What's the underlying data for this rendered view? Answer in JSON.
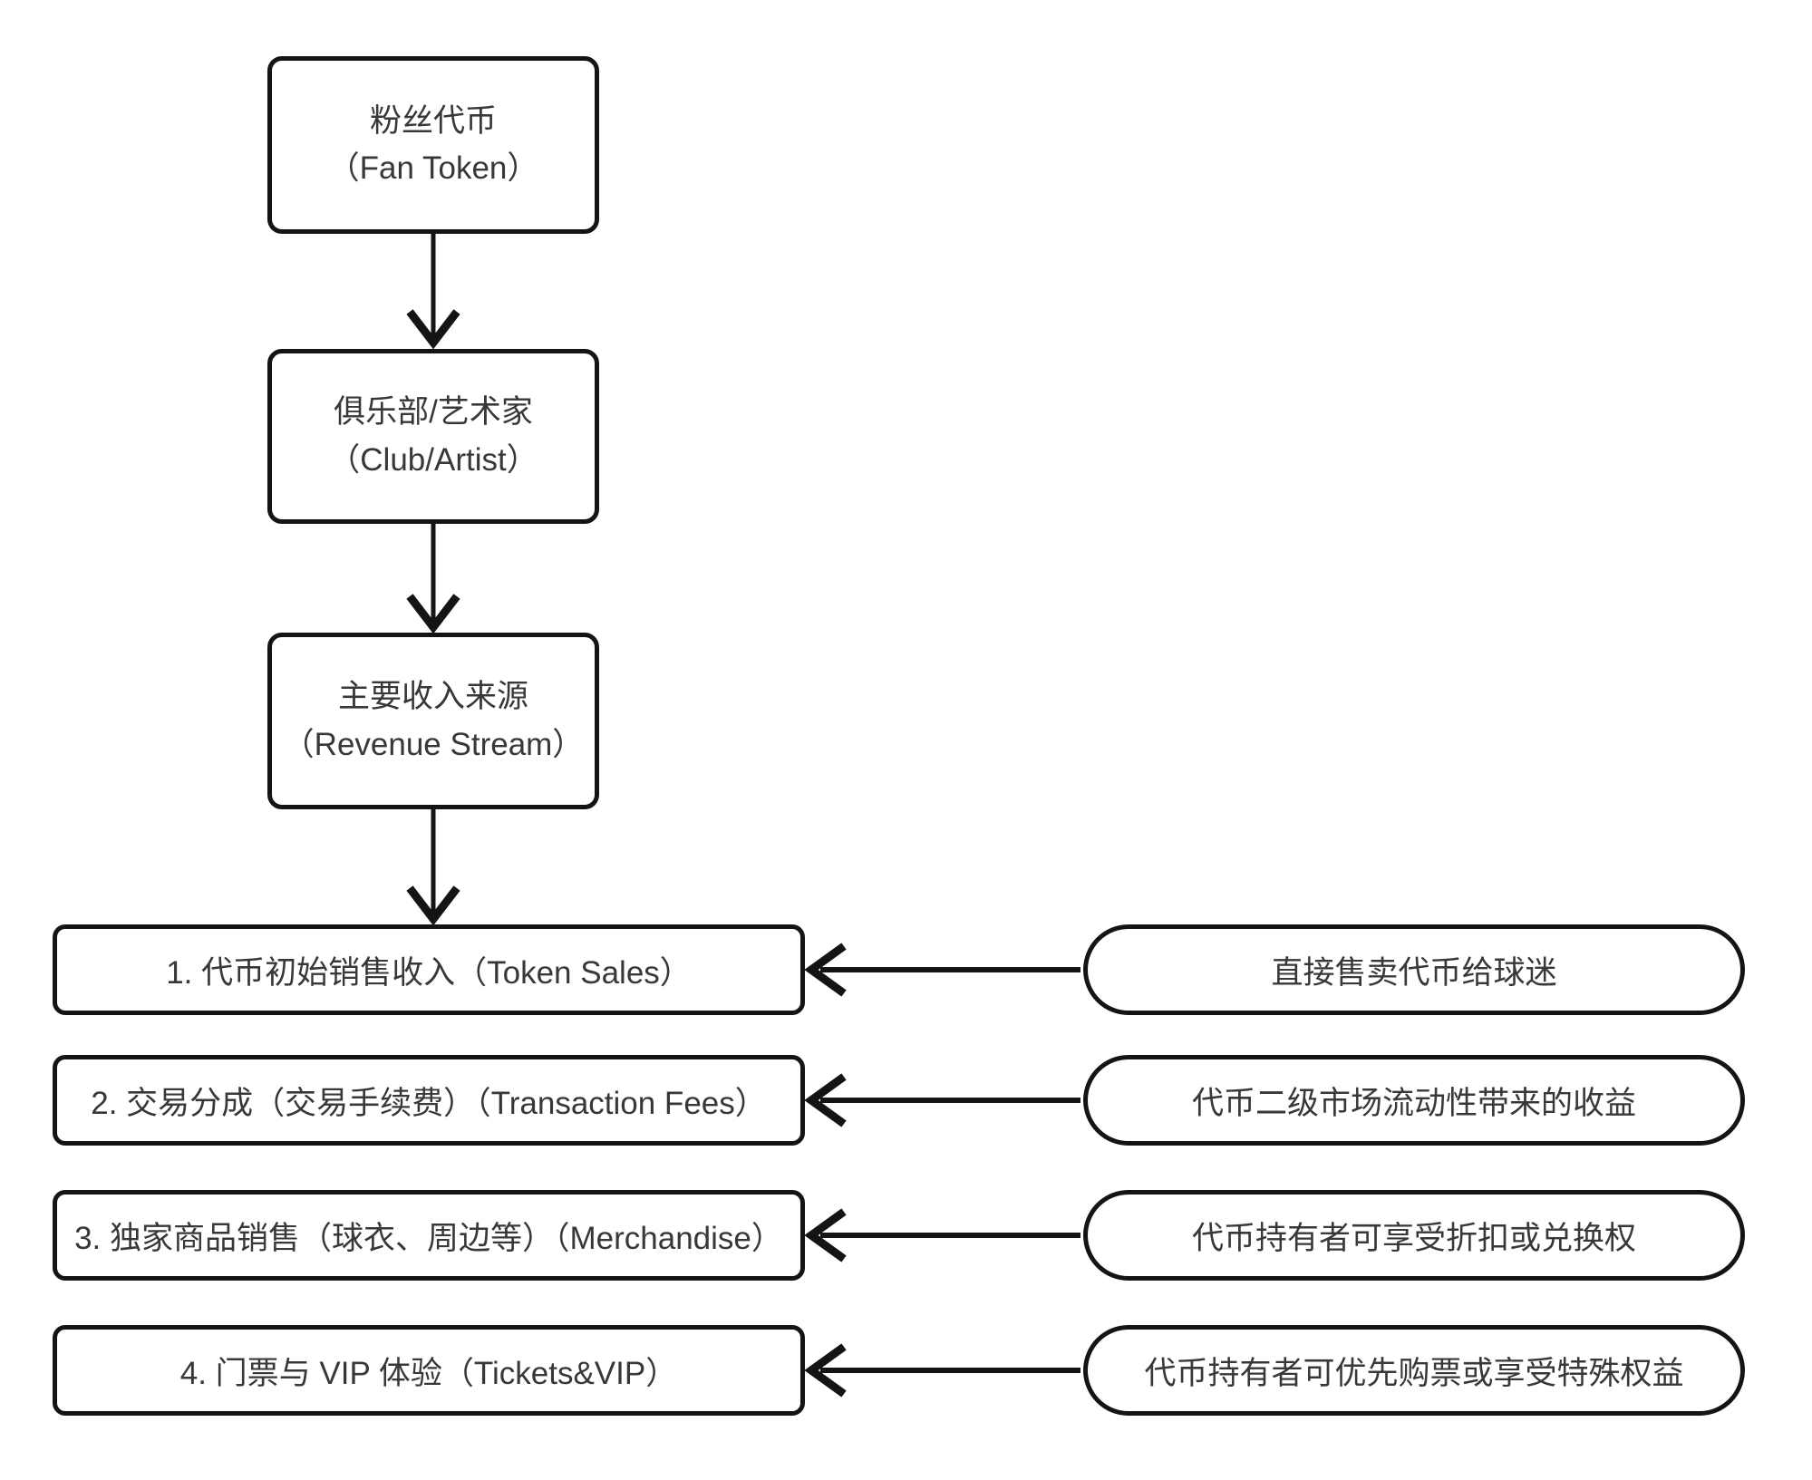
{
  "diagram": {
    "colors": {
      "stroke": "#141414",
      "text": "#383838",
      "background": "#ffffff"
    },
    "flow_nodes": [
      {
        "zh": "粉丝代币",
        "en": "（Fan Token）"
      },
      {
        "zh": "俱乐部/艺术家",
        "en": "（Club/Artist）"
      },
      {
        "zh": "主要收入来源",
        "en": "（Revenue Stream）"
      }
    ],
    "revenue_rows": [
      {
        "source": "1. 代币初始销售收入（Token Sales）",
        "note": "直接售卖代币给球迷"
      },
      {
        "source": "2. 交易分成（交易手续费）（Transaction Fees）",
        "note": "代币二级市场流动性带来的收益"
      },
      {
        "source": "3. 独家商品销售（球衣、周边等）（Merchandise）",
        "note": "代币持有者可享受折扣或兑换权"
      },
      {
        "source": "4. 门票与 VIP 体验（Tickets&VIP）",
        "note": "代币持有者可优先购票或享受特殊权益"
      }
    ],
    "connections": [
      {
        "from": "粉丝代币",
        "to": "俱乐部/艺术家",
        "direction": "down"
      },
      {
        "from": "俱乐部/艺术家",
        "to": "主要收入来源",
        "direction": "down"
      },
      {
        "from": "主要收入来源",
        "to": "1. 代币初始销售收入（Token Sales）",
        "direction": "down"
      },
      {
        "from": "直接售卖代币给球迷",
        "to": "1. 代币初始销售收入（Token Sales）",
        "direction": "left"
      },
      {
        "from": "代币二级市场流动性带来的收益",
        "to": "2. 交易分成（交易手续费）（Transaction Fees）",
        "direction": "left"
      },
      {
        "from": "代币持有者可享受折扣或兑换权",
        "to": "3. 独家商品销售（球衣、周边等）（Merchandise）",
        "direction": "left"
      },
      {
        "from": "代币持有者可优先购票或享受特殊权益",
        "to": "4. 门票与 VIP 体验（Tickets&VIP）",
        "direction": "left"
      }
    ]
  }
}
